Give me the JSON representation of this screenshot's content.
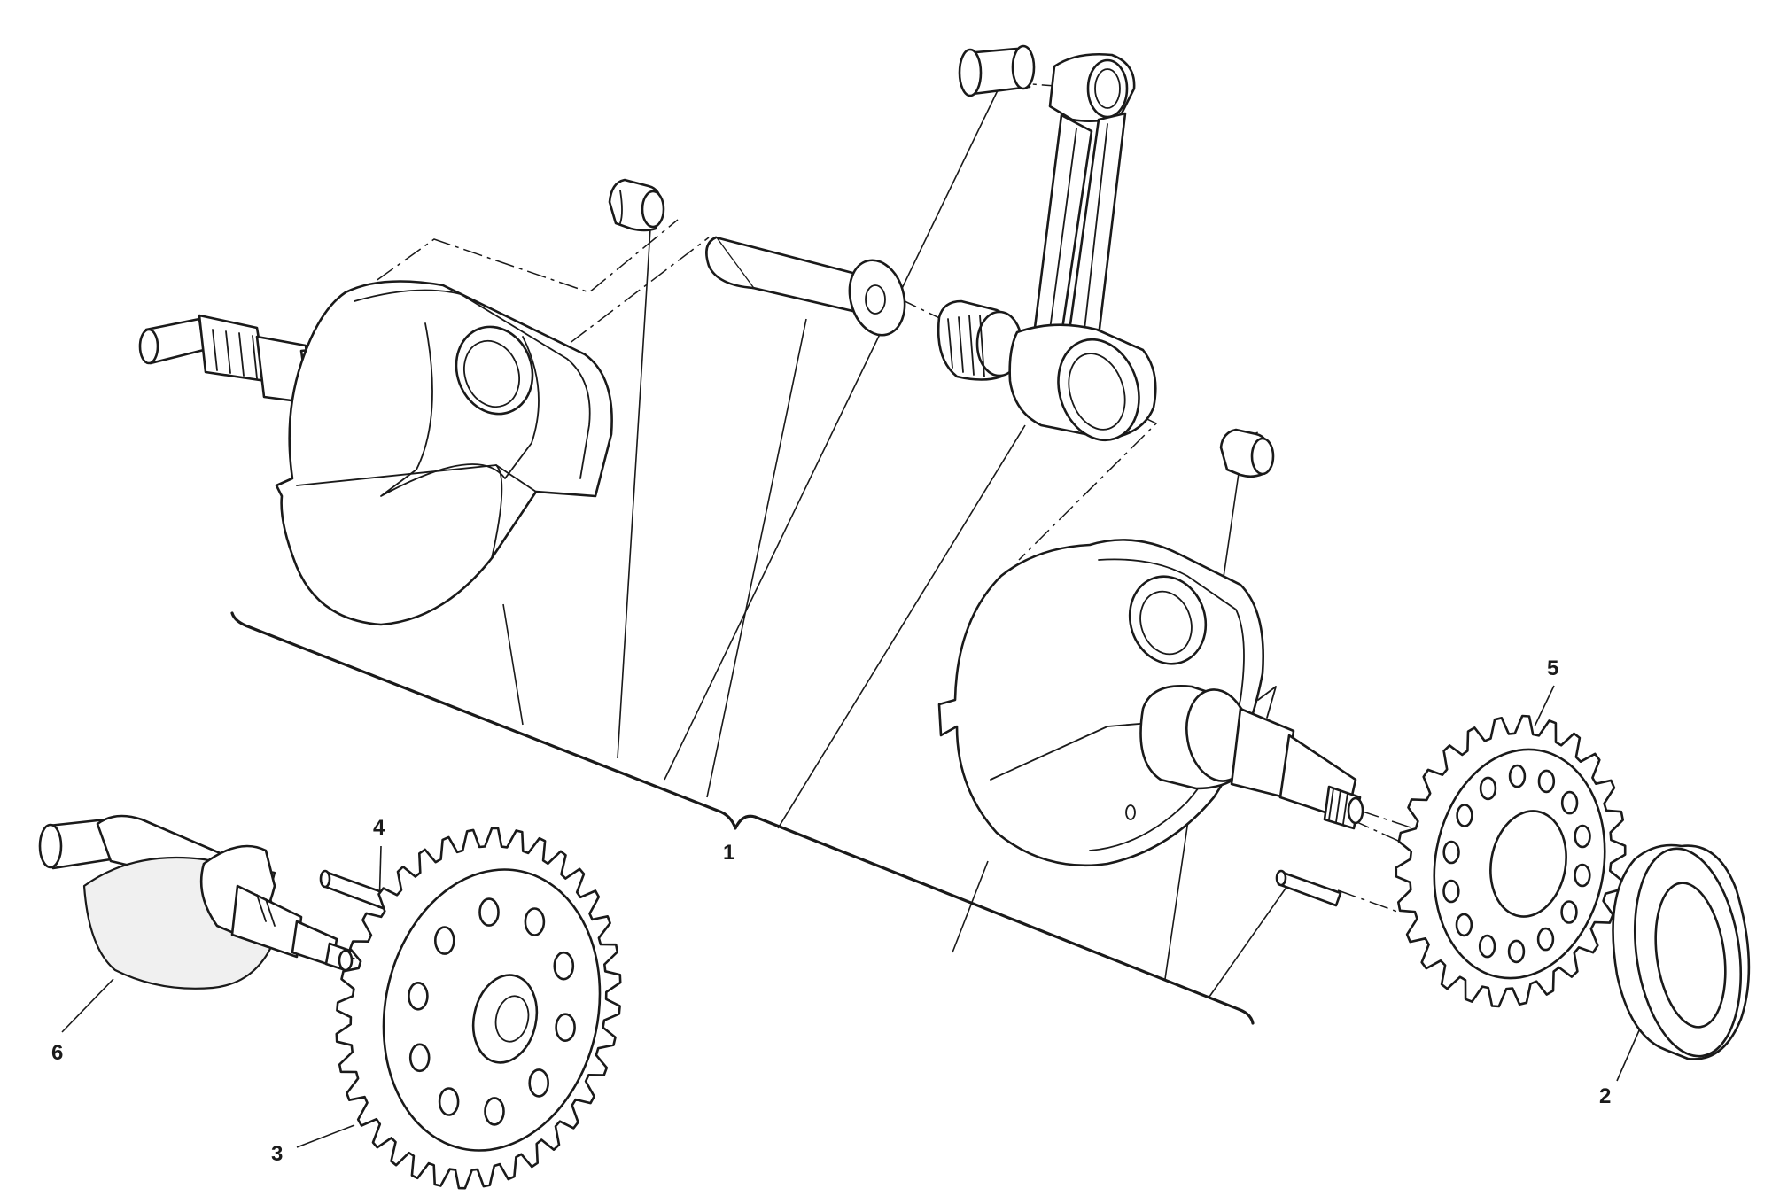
{
  "callouts": [
    {
      "id": "crankshaft-assembly",
      "label": "1"
    },
    {
      "id": "seal-washer",
      "label": "2"
    },
    {
      "id": "primary-gear",
      "label": "3"
    },
    {
      "id": "dowel-pin",
      "label": "4"
    },
    {
      "id": "timing-sprocket",
      "label": "5"
    },
    {
      "id": "balancer-shaft",
      "label": "6"
    }
  ],
  "colors": {
    "line": "#1a1a1a",
    "background": "#ffffff"
  }
}
